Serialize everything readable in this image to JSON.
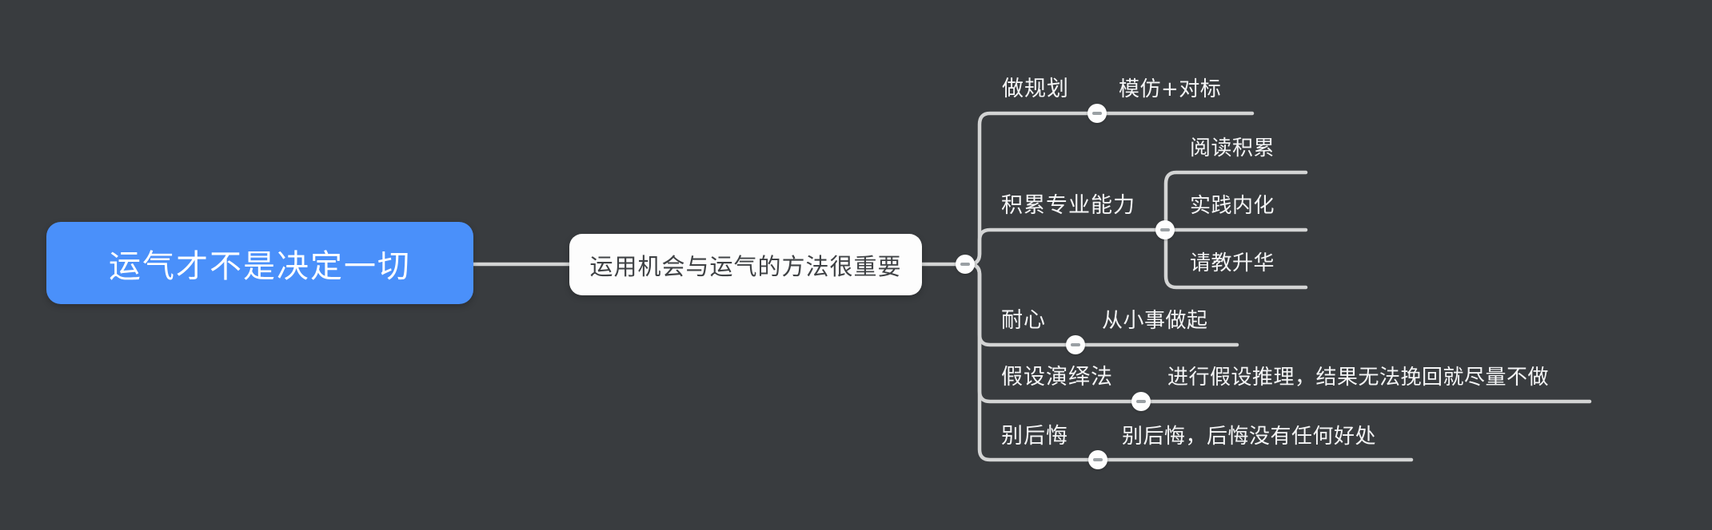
{
  "canvas": {
    "background_color": "#393c3f",
    "connector_color": "#d3d4d4"
  },
  "root_topic": {
    "label": "运气才不是决定一切",
    "fill_color": "#4a90fa",
    "text_color": "#ffffff"
  },
  "central_topic": {
    "label": "运用机会与运气的方法很重要",
    "fill_color": "#fdfdfd",
    "text_color": "#3f4245"
  },
  "branches": [
    {
      "label": "做规划",
      "children": [
        {
          "label": "模仿+对标"
        }
      ]
    },
    {
      "label": "积累专业能力",
      "children": [
        {
          "label": "阅读积累"
        },
        {
          "label": "实践内化"
        },
        {
          "label": "请教升华"
        }
      ]
    },
    {
      "label": "耐心",
      "children": [
        {
          "label": "从小事做起"
        }
      ]
    },
    {
      "label": "假设演绎法",
      "children": [
        {
          "label": "进行假设推理，结果无法挽回就尽量不做"
        }
      ]
    },
    {
      "label": "别后悔",
      "children": [
        {
          "label": "别后悔，后悔没有任何好处"
        }
      ]
    }
  ],
  "collapse_buttons": {
    "icon": "minus",
    "count": 6,
    "fill_color": "#fefefe",
    "glyph_color": "#9aa0a4"
  }
}
